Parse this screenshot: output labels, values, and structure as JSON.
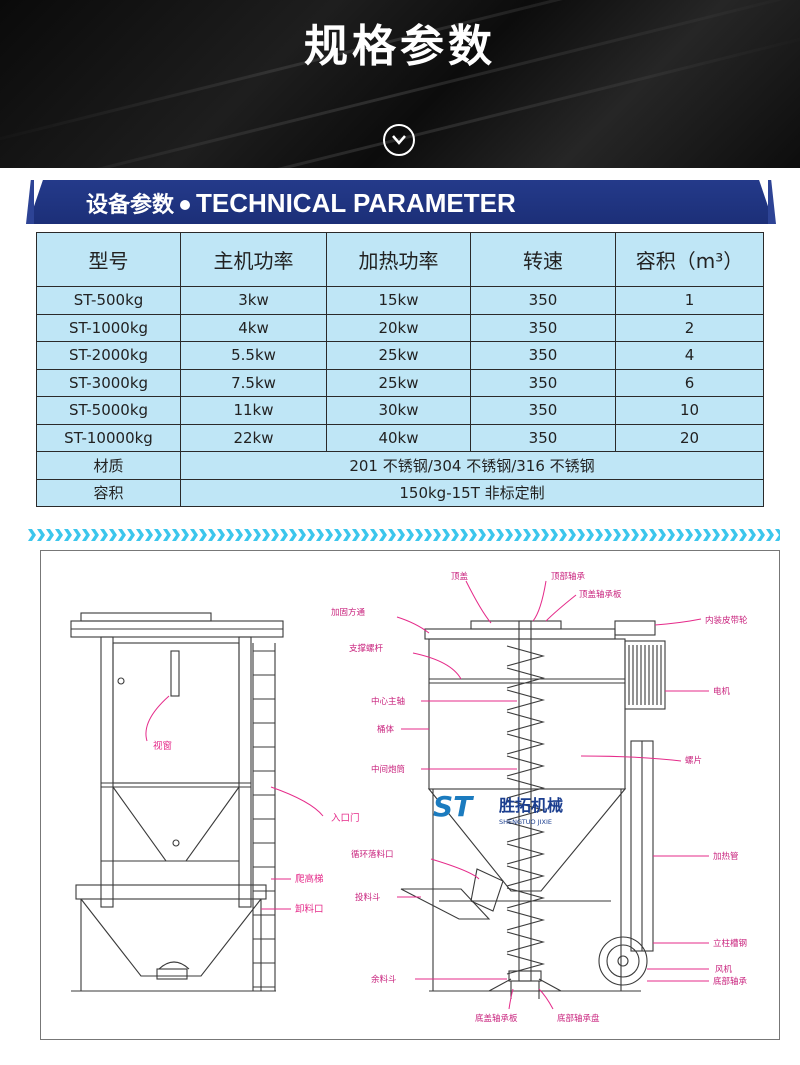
{
  "header": {
    "title": "规格参数"
  },
  "banner": {
    "cn": "设备参数",
    "en": "TECHNICAL PARAMETER"
  },
  "table": {
    "headers": [
      "型号",
      "主机功率",
      "加热功率",
      "转速",
      "容积（m³）"
    ],
    "rows": [
      [
        "ST-500kg",
        "3kw",
        "15kw",
        "350",
        "1"
      ],
      [
        "ST-1000kg",
        "4kw",
        "20kw",
        "350",
        "2"
      ],
      [
        "ST-2000kg",
        "5.5kw",
        "25kw",
        "350",
        "4"
      ],
      [
        "ST-3000kg",
        "7.5kw",
        "25kw",
        "350",
        "6"
      ],
      [
        "ST-5000kg",
        "11kw",
        "30kw",
        "350",
        "10"
      ],
      [
        "ST-10000kg",
        "22kw",
        "40kw",
        "350",
        "20"
      ]
    ],
    "material": {
      "label": "材质",
      "value": "201 不锈钢/304 不锈钢/316 不锈钢"
    },
    "capacity": {
      "label": "容积",
      "value": "150kg-15T 非标定制"
    }
  },
  "diagram": {
    "labels_left": {
      "window": "视窗",
      "door": "入口门",
      "ladder": "爬高梯",
      "discharge": "卸料口"
    },
    "labels_right": {
      "top_cover": "顶盖",
      "top_bearing": "顶部轴承",
      "top_bearing_plate": "顶盖轴承板",
      "pulley": "内装皮带轮",
      "reinforce": "加固方通",
      "support_screw": "支撑螺杆",
      "center_shaft": "中心主轴",
      "barrel": "桶体",
      "motor": "电机",
      "middle_tube": "中间炮筒",
      "blade": "螺片",
      "heating_tube": "加热管",
      "recycle_port": "循环落料口",
      "feed_hopper": "投料斗",
      "column": "立柱槽钢",
      "fan": "风机",
      "bottom_bearing": "底部轴承",
      "residual_hopper": "余料斗",
      "bottom_bearing_plate": "底盖轴承板",
      "bottom_bearing_disc": "底部轴承盘"
    },
    "logo": {
      "mark": "ST",
      "cn": "胜拓机械",
      "en": "SHENGTUO JIXIE"
    }
  },
  "colors": {
    "banner": "#1c2f78",
    "cell": "#bfe6f6",
    "label": "#e52b8a",
    "divider": "#3cc6ec"
  },
  "icons": [
    "chevron-down-icon"
  ]
}
